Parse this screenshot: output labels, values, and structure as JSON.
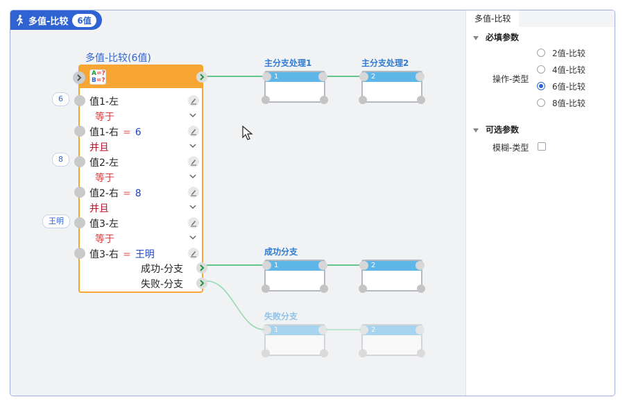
{
  "header": {
    "title": "多值-比较",
    "count_badge": "6值"
  },
  "block": {
    "title": "多值-比较(6值)",
    "rows": [
      {
        "label": "值1-左"
      },
      {
        "op": "等于"
      },
      {
        "label": "值1-右",
        "eq": "=",
        "value": "6"
      },
      {
        "logic": "并且"
      },
      {
        "label": "值2-左"
      },
      {
        "op": "等于"
      },
      {
        "label": "值2-右",
        "eq": "=",
        "value": "8"
      },
      {
        "logic": "并且"
      },
      {
        "label": "值3-左"
      },
      {
        "op": "等于"
      },
      {
        "label": "值3-右",
        "eq": "=",
        "value": "王明"
      }
    ],
    "side_tags": [
      "6",
      "8",
      "王明"
    ],
    "outputs": [
      "成功-分支",
      "失败-分支"
    ]
  },
  "branches": {
    "main": {
      "title1": "主分支处理1",
      "title2": "主分支处理2",
      "n1": "1",
      "n2": "2"
    },
    "success": {
      "title": "成功分支",
      "n1": "1",
      "n2": "2"
    },
    "fail": {
      "title": "失败分支",
      "n1": "1",
      "n2": "2"
    }
  },
  "panel": {
    "tab": "多值-比较",
    "required_section": "必填参数",
    "op_type_label": "操作-类型",
    "op_options": [
      "2值-比较",
      "4值-比较",
      "6值-比较",
      "8值-比较"
    ],
    "op_selected": "6值-比较",
    "optional_section": "可选参数",
    "fuzzy_label": "模糊-类型"
  }
}
